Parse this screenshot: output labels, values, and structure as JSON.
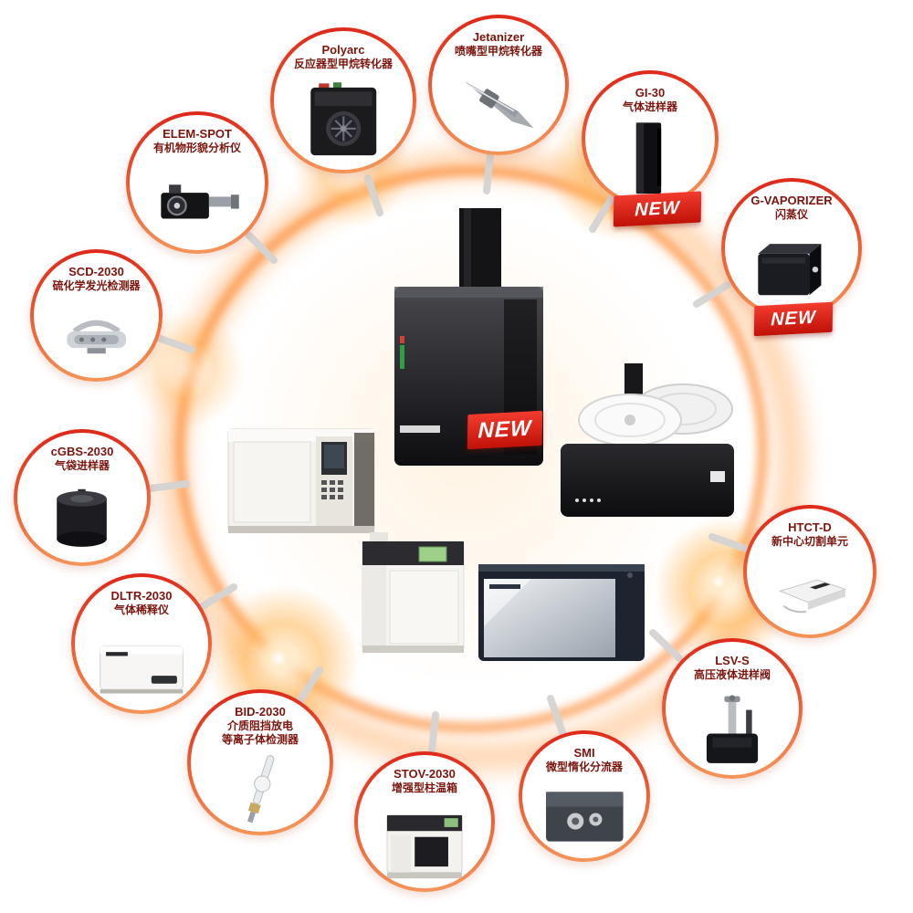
{
  "colors": {
    "accent_red": "#e02a1f",
    "ring_orange": "#ff9a2a",
    "label_text": "#7c150d",
    "badge_red": "#e8251c"
  },
  "diagram": {
    "center_badge": "NEW",
    "bubbles": [
      {
        "model": "Polyarc",
        "desc": "反应器型甲烷转化器"
      },
      {
        "model": "Jetanizer",
        "desc": "喷嘴型甲烷转化器"
      },
      {
        "model": "GI-30",
        "desc": "气体进样器",
        "badge": "NEW"
      },
      {
        "model": "G-VAPORIZER",
        "desc": "闪蒸仪",
        "badge": "NEW"
      },
      {
        "model": "HTCT-D",
        "desc": "新中心切割单元"
      },
      {
        "model": "LSV-S",
        "desc": "高压液体进样阀"
      },
      {
        "model": "SMI",
        "desc": "微型惰化分流器"
      },
      {
        "model": "STOV-2030",
        "desc": "增强型柱温箱"
      },
      {
        "model": "BID-2030",
        "desc": "介质阻挡放电",
        "desc2": "等离子体检测器"
      },
      {
        "model": "DLTR-2030",
        "desc": "气体稀释仪"
      },
      {
        "model": "cGBS-2030",
        "desc": "气袋进样器"
      },
      {
        "model": "SCD-2030",
        "desc": "硫化学发光检测器"
      },
      {
        "model": "ELEM-SPOT",
        "desc": "有机物形貌分析仪"
      }
    ]
  }
}
